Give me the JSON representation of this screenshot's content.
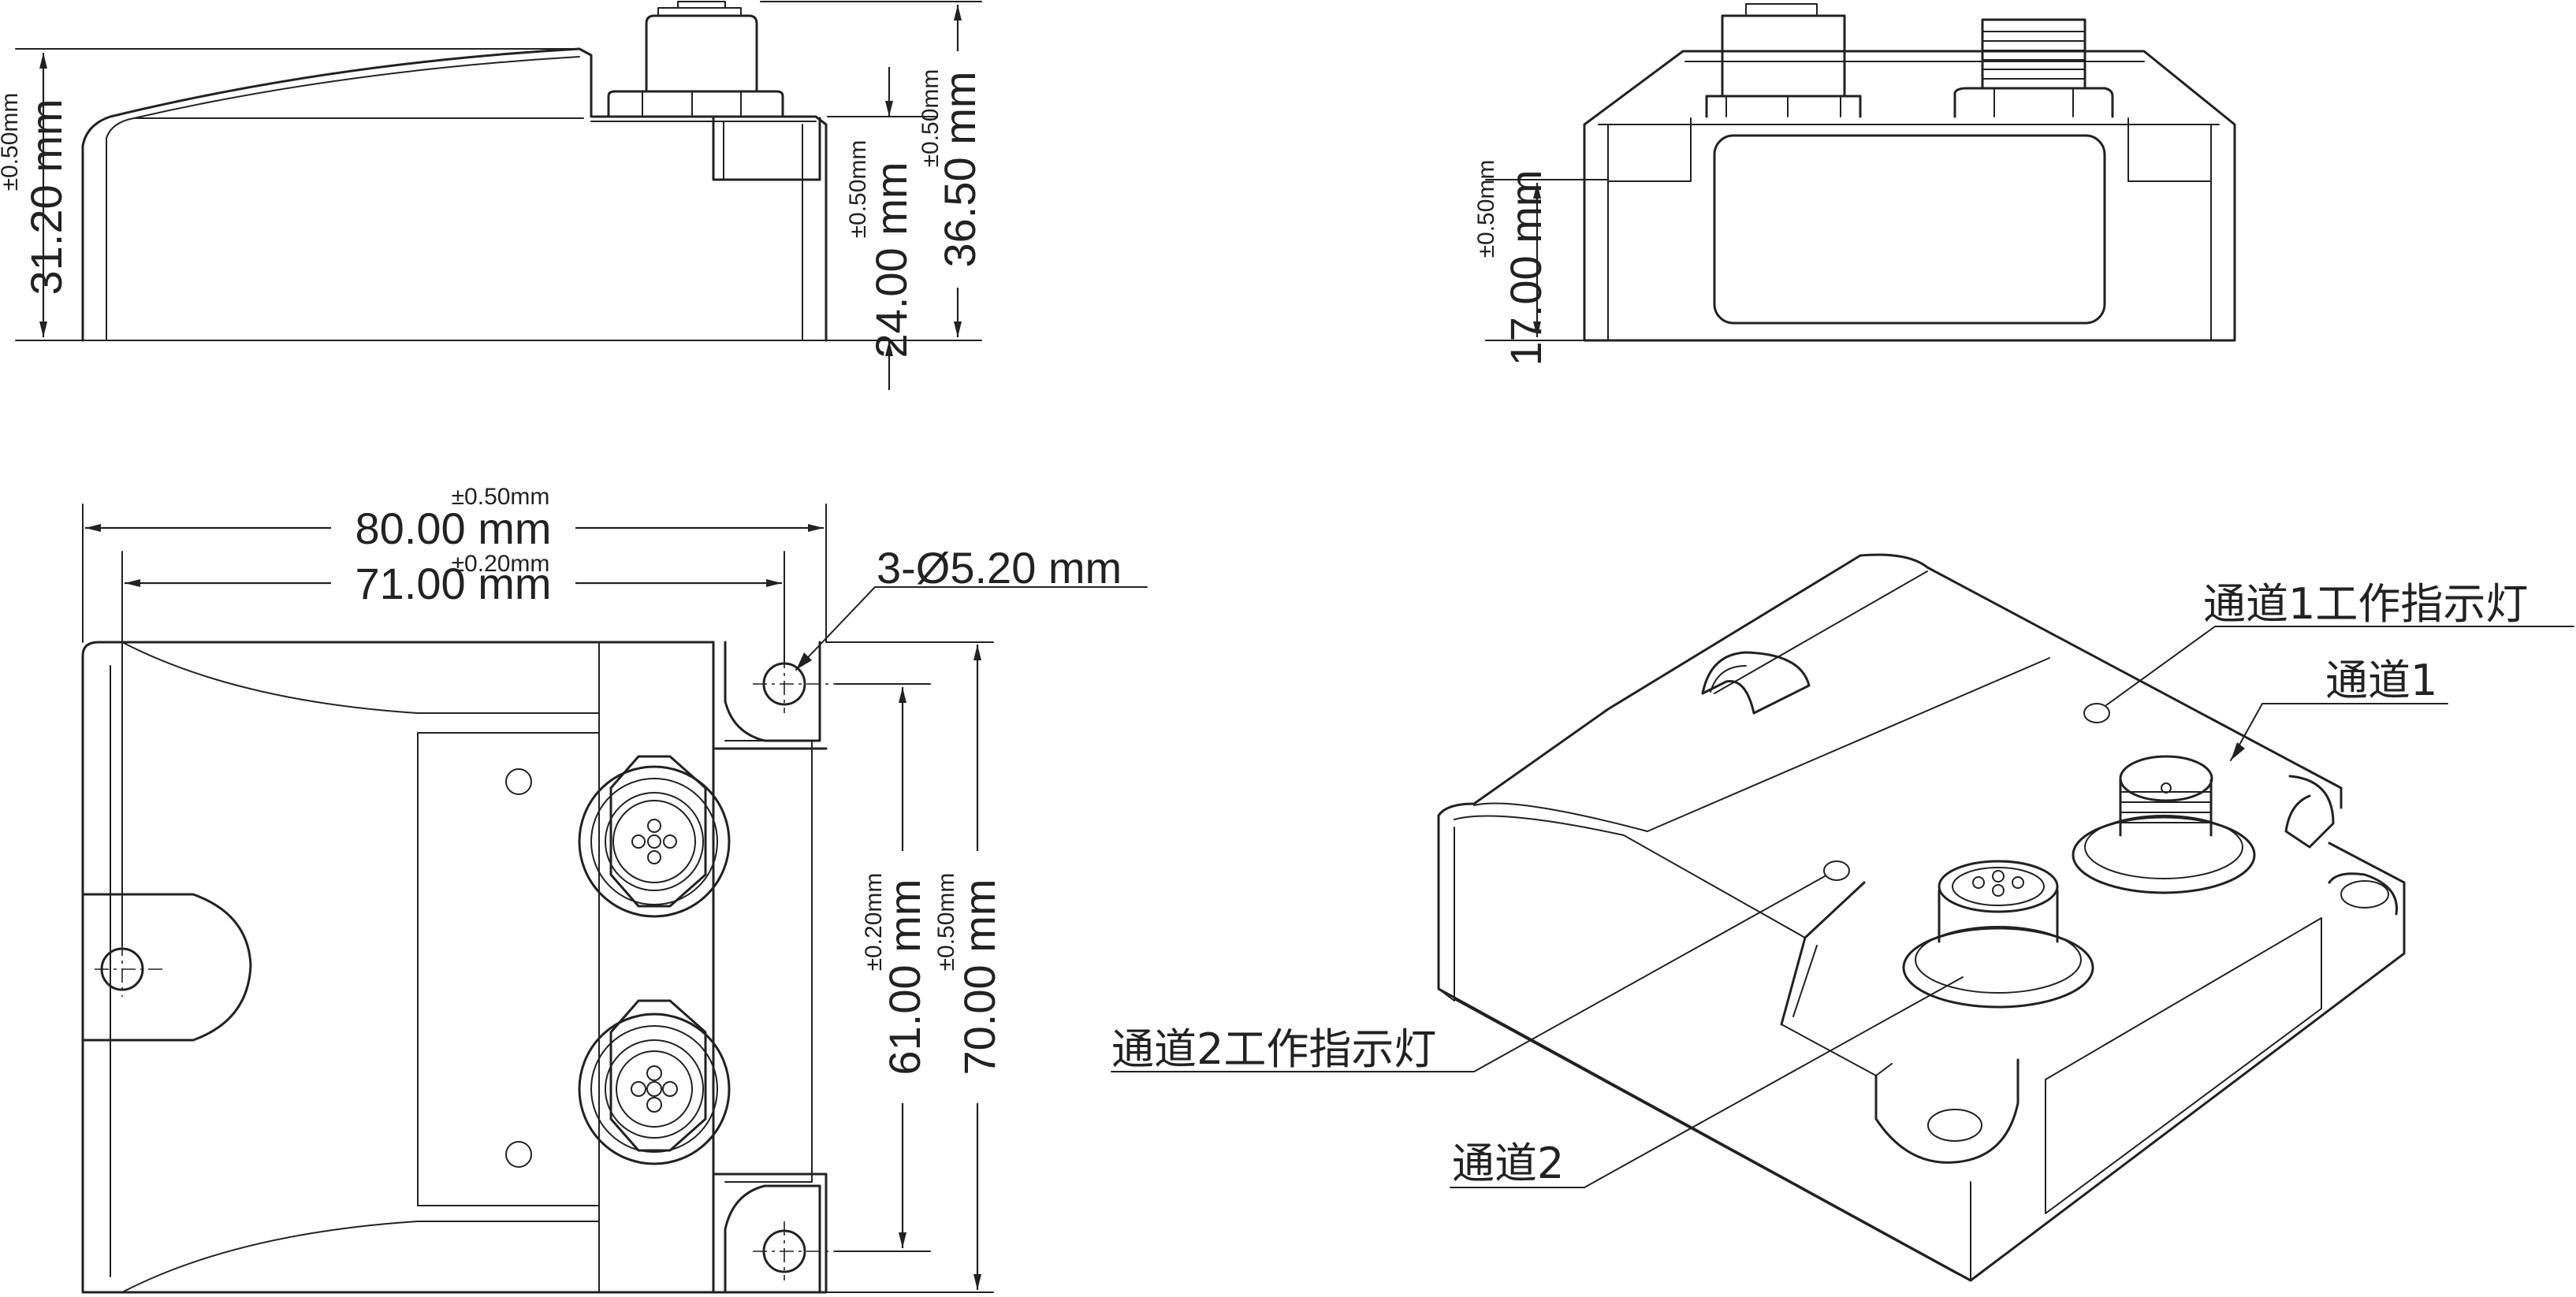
{
  "dimensions": {
    "side_height": {
      "value": "31.20 mm",
      "tol": "±0.50mm"
    },
    "side_body": {
      "value": "24.00 mm",
      "tol": "±0.50mm"
    },
    "side_total": {
      "value": "36.50 mm",
      "tol": "±0.50mm"
    },
    "front_height": {
      "value": "17.00 mm",
      "tol": "±0.50mm"
    },
    "top_width": {
      "value": "80.00 mm",
      "tol": "±0.50mm"
    },
    "top_hole_pitch": {
      "value": "71.00 mm",
      "tol": "±0.20mm"
    },
    "holes": {
      "value": "3-Ø5.20 mm"
    },
    "top_hole_span": {
      "value": "61.00 mm",
      "tol": "±0.20mm"
    },
    "top_depth": {
      "value": "70.00 mm",
      "tol": "±0.50mm"
    }
  },
  "callouts": {
    "ch1_led": "通道1工作指示灯",
    "ch1": "通道1",
    "ch2_led": "通道2工作指示灯",
    "ch2": "通道2"
  }
}
